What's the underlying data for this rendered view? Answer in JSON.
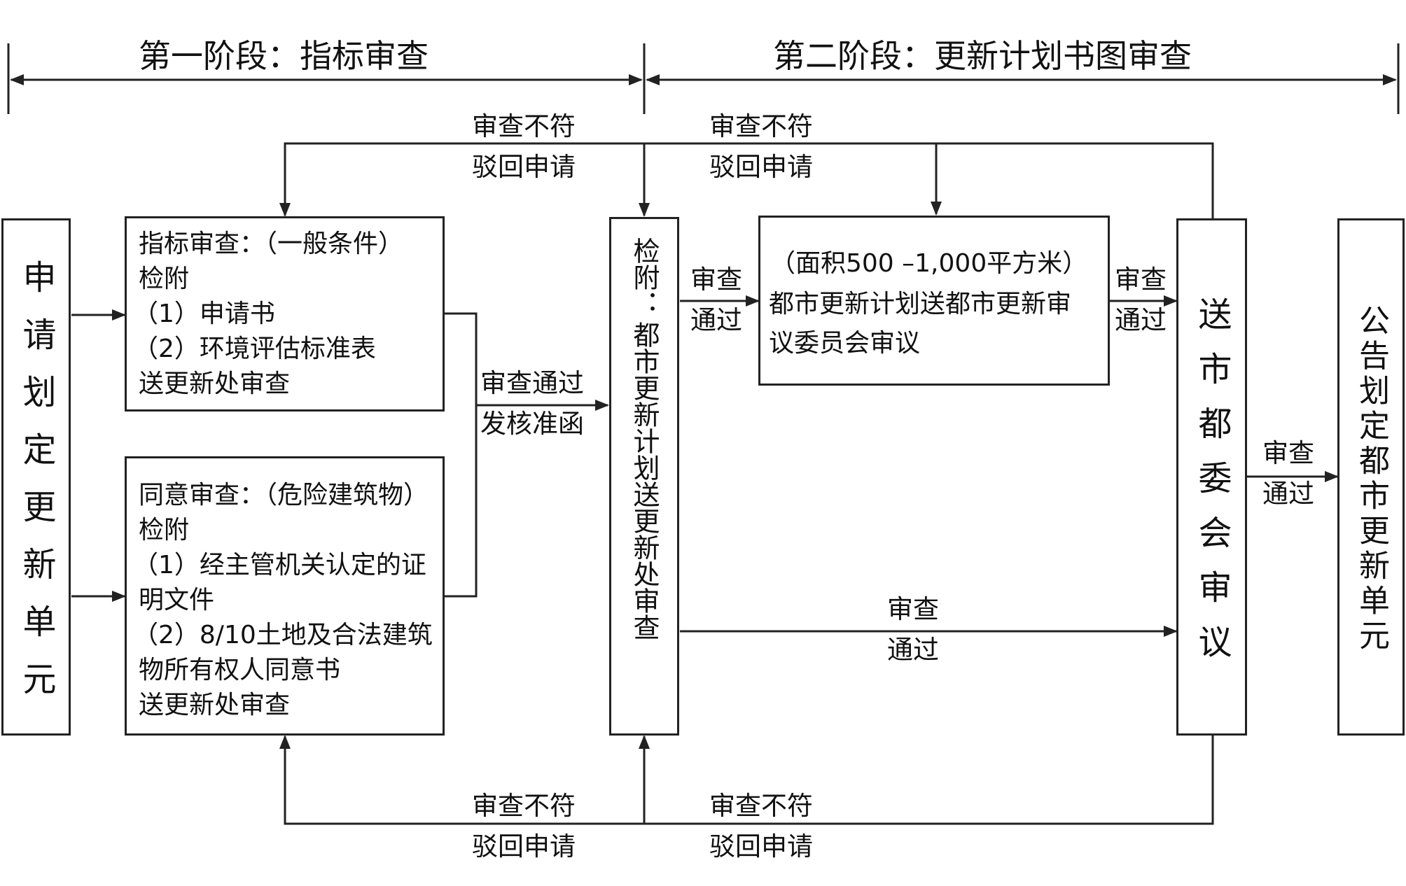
{
  "stages": {
    "stage1": "第一阶段：指标审查",
    "stage2": "第二阶段：更新计划书图审查"
  },
  "boxes": {
    "apply": "申请划定更新单元",
    "index_review": {
      "title": "指标审查：（一般条件）",
      "line1": "检附",
      "line2": "（1）申请书",
      "line3": "（2）环境评估标准表",
      "line4": "送更新处审查"
    },
    "consent_review": {
      "title": "同意审查：（危险建筑物）",
      "line1": "检附",
      "line2": "（1）经主管机关认定的证",
      "line3": "明文件",
      "line4": "（2）8/10土地及合法建筑",
      "line5": "物所有权人同意书",
      "line6": "送更新处审查"
    },
    "submit_plan_top": "检附：",
    "submit_plan_bottom": "都市更新计划送更新处审查",
    "area_box": {
      "line1": "（面积500 –1,000平方米）",
      "line2": "都市更新计划送都市更新审",
      "line3": "议委员会审议"
    },
    "city_committee": "送市都委会审议",
    "announce": "公告划定都市更新单元"
  },
  "labels": {
    "reject_a1": "审查不符",
    "reject_a2": "驳回申请",
    "reject_b1": "审查不符",
    "reject_b2": "驳回申请",
    "reject_c1": "审查不符",
    "reject_c2": "驳回申请",
    "reject_d1": "审查不符",
    "reject_d2": "驳回申请",
    "pass_letter1": "审查通过",
    "pass_letter2": "发核准函",
    "pass_a1": "审查",
    "pass_a2": "通过",
    "pass_b1": "审查",
    "pass_b2": "通过",
    "pass_c1": "审查",
    "pass_c2": "通过",
    "pass_d1": "审查",
    "pass_d2": "通过"
  },
  "colors": {
    "line": "#222222",
    "background": "#ffffff"
  }
}
